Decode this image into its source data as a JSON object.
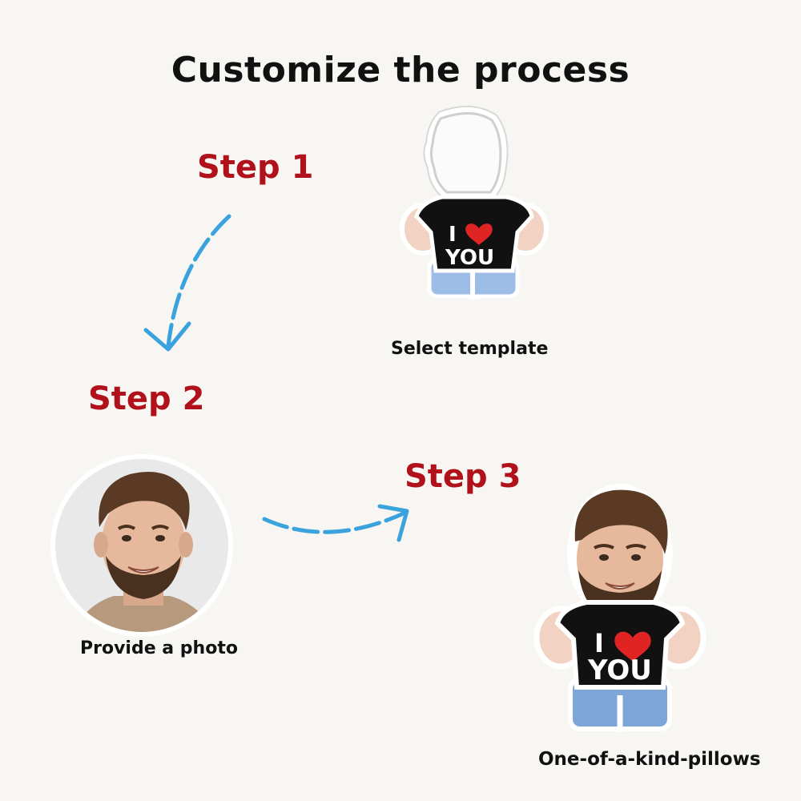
{
  "title": "Customize the process",
  "steps": [
    {
      "label": "Step 1",
      "caption": "Select template"
    },
    {
      "label": "Step 2",
      "caption": "Provide a photo"
    },
    {
      "label": "Step 3",
      "caption": "One-of-a-kind-pillows"
    }
  ],
  "pillow": {
    "text_line1": "I",
    "text_line2": "YOU",
    "heart_icon": "heart-icon"
  },
  "colors": {
    "step_red": "#b0111a",
    "arrow_blue": "#3aa2dc",
    "shirt_black": "#111111",
    "heart_red": "#e02424",
    "shorts_blue": "#7fa6d9"
  }
}
